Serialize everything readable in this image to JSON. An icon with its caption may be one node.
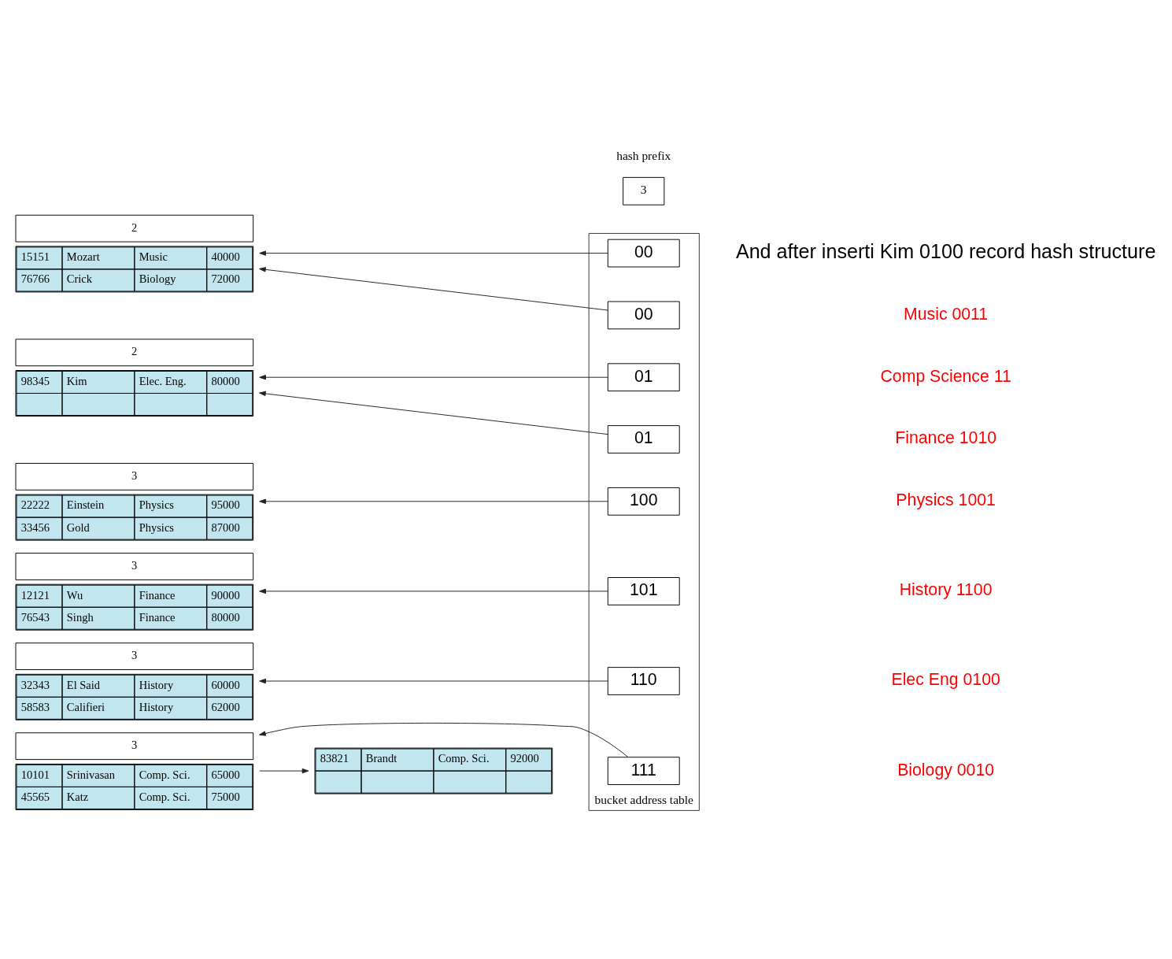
{
  "diagram": {
    "nodes": [
      {
        "text": [
          "bucket address table"
        ]
      },
      {
        "text": [
          "00"
        ],
        "in": 0
      },
      {
        "text": [
          "00"
        ],
        "in": 0
      },
      {
        "text": [
          "01"
        ],
        "in": 0
      },
      {
        "text": [
          "01"
        ],
        "in": 0
      },
      {
        "text": [
          "100"
        ],
        "in": 0
      },
      {
        "text": [
          "101"
        ],
        "in": 0
      },
      {
        "text": [
          "110"
        ],
        "in": 0
      },
      {
        "text": [
          "111"
        ],
        "in": 0
      },
      {
        "text": [
          "15151",
          "Mozart",
          "Music",
          "40000",
          "76766",
          "Crick",
          "Biology",
          "72000"
        ],
        "beside": [
          "2"
        ]
      },
      {
        "text": [
          "98345",
          "Kim",
          "Elec. Eng.",
          "80000"
        ],
        "beside": [
          "2"
        ]
      },
      {
        "text": [
          "22222",
          "Einstein",
          "Physics",
          "95000",
          "33456",
          "Gold",
          "Physics",
          "87000"
        ],
        "beside": [
          "3"
        ]
      },
      {
        "text": [
          "12121",
          "Wu",
          "Finance",
          "90000",
          "76543",
          "Singh",
          "Finance",
          "80000"
        ],
        "beside": [
          "3"
        ]
      },
      {
        "text": [
          "32343",
          "El Said",
          "History",
          "60000",
          "58583",
          "Califieri",
          "History",
          "62000"
        ],
        "beside": [
          "3"
        ]
      },
      {
        "text": [
          "10101",
          "Srinivasan",
          "Comp. Sci.",
          "65000",
          "45565",
          "Katz",
          "Comp. Sci.",
          "75000"
        ],
        "beside": [
          "3"
        ]
      },
      {
        "text": [
          "83821",
          "Brandt",
          "Comp. Sci.",
          "92000"
        ]
      }
    ],
    "edges": [
      {
        "from": 1,
        "to": 9,
        "arrow": "to"
      },
      {
        "from": 2,
        "to": 9,
        "arrow": "to"
      },
      {
        "from": 3,
        "to": 10,
        "arrow": "to"
      },
      {
        "from": 4,
        "to": 10,
        "arrow": "to"
      },
      {
        "from": 5,
        "to": 11,
        "arrow": "to"
      },
      {
        "from": 6,
        "to": 12,
        "arrow": "to"
      },
      {
        "from": 7,
        "to": 13,
        "arrow": "to"
      },
      {
        "from": 8,
        "to": 14,
        "arrow": "to"
      },
      {
        "from": 14,
        "to": 15,
        "arrow": "to"
      }
    ],
    "labels": [
      "hash prefix",
      "3",
      "And after inserti Kim 0100 record hash structure",
      "Music 0011",
      "Comp Science 11",
      "Finance 1010",
      "Physics 1001",
      "History 1100",
      "Elec Eng 0100",
      "Biology 0010"
    ]
  }
}
